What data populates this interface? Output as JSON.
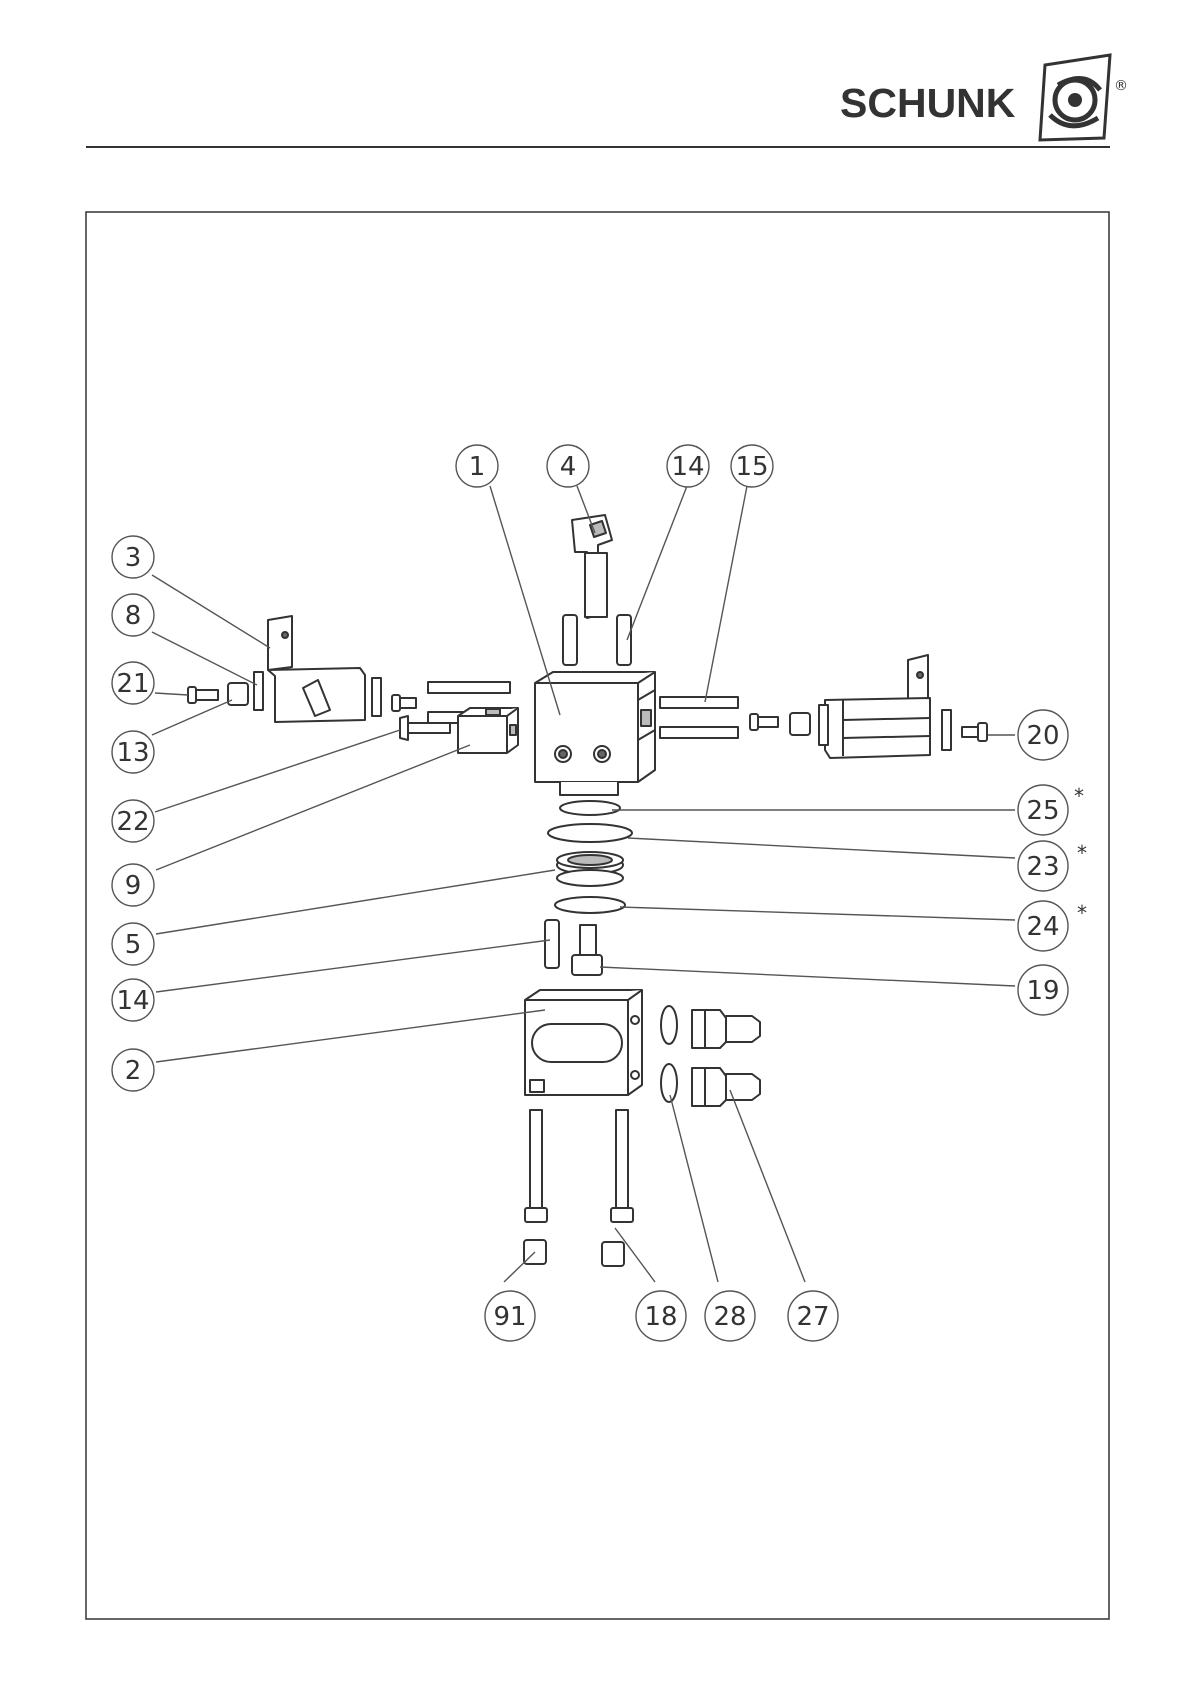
{
  "header": {
    "brand": "SCHUNK",
    "registered_mark": "®"
  },
  "diagram": {
    "callouts": [
      {
        "id": "c1",
        "label": "1"
      },
      {
        "id": "c4",
        "label": "4"
      },
      {
        "id": "c14a",
        "label": "14"
      },
      {
        "id": "c15",
        "label": "15"
      },
      {
        "id": "c3",
        "label": "3"
      },
      {
        "id": "c8",
        "label": "8"
      },
      {
        "id": "c21",
        "label": "21"
      },
      {
        "id": "c13",
        "label": "13"
      },
      {
        "id": "c22",
        "label": "22"
      },
      {
        "id": "c9",
        "label": "9"
      },
      {
        "id": "c5",
        "label": "5"
      },
      {
        "id": "c14b",
        "label": "14"
      },
      {
        "id": "c2",
        "label": "2"
      },
      {
        "id": "c20",
        "label": "20"
      },
      {
        "id": "c25",
        "label": "25"
      },
      {
        "id": "c23",
        "label": "23"
      },
      {
        "id": "c24",
        "label": "24"
      },
      {
        "id": "c19",
        "label": "19"
      },
      {
        "id": "c91",
        "label": "91"
      },
      {
        "id": "c18",
        "label": "18"
      },
      {
        "id": "c28",
        "label": "28"
      },
      {
        "id": "c27",
        "label": "27"
      }
    ],
    "wear_part_marker": "*"
  }
}
